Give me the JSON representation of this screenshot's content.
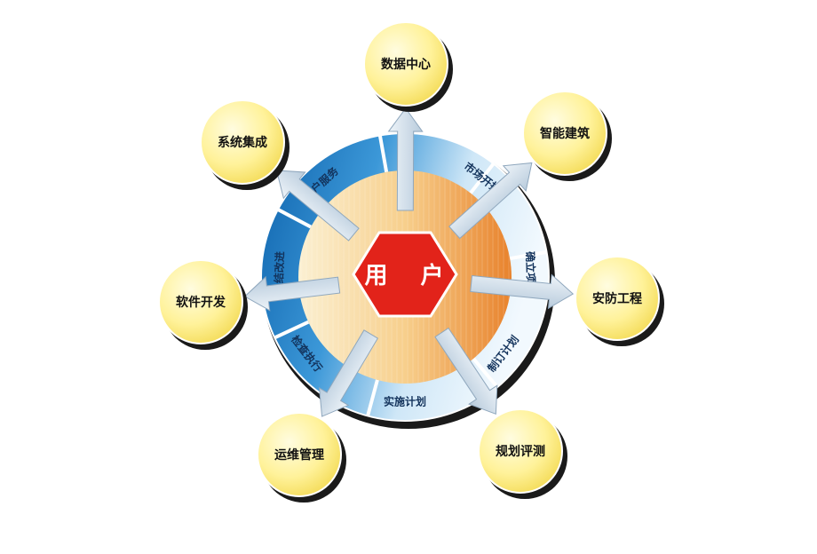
{
  "center": {
    "label": "用 户"
  },
  "ring_segments": [
    {
      "label": "市场开拓"
    },
    {
      "label": "确立项目"
    },
    {
      "label": "制订计划"
    },
    {
      "label": "实施计划"
    },
    {
      "label": "检查执行"
    },
    {
      "label": "总结改进"
    },
    {
      "label": "用户服务"
    }
  ],
  "satellites": [
    {
      "label": "数据中心"
    },
    {
      "label": "智能建筑"
    },
    {
      "label": "安防工程"
    },
    {
      "label": "规划评测"
    },
    {
      "label": "运维管理"
    },
    {
      "label": "软件开发"
    },
    {
      "label": "系统集成"
    }
  ],
  "colors": {
    "ring_dark": "#0f6cb8",
    "ring_light": "#dff0fb",
    "core_light": "#fbe2b6",
    "core_dark": "#e98a32",
    "hexagon": "#e2231a",
    "satellite": "#fff29a",
    "arrow": "#c9d8e6"
  }
}
